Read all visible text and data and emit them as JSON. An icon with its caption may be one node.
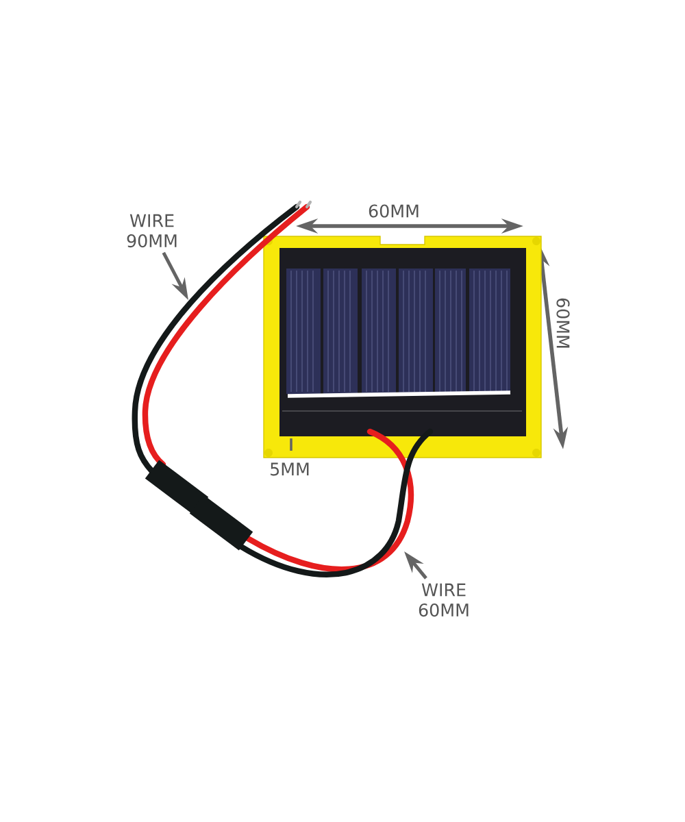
{
  "diagram": {
    "nodes": [
      {
        "text": [
          "WIRE 90MM"
        ]
      },
      {
        "text": [
          "WIRE 60MM"
        ]
      }
    ],
    "edges": [
      {
        "from": 0,
        "to": null,
        "arrow": "to"
      },
      {
        "from": 1,
        "to": null,
        "arrow": "to"
      }
    ],
    "labels": [
      "60MM",
      "60MM",
      "5MM"
    ]
  }
}
